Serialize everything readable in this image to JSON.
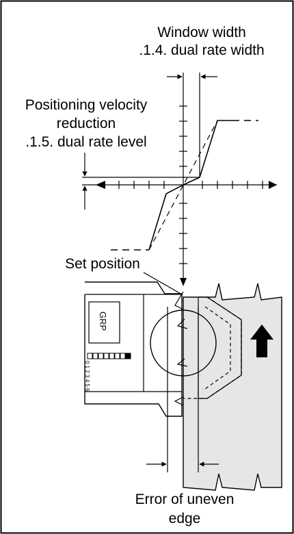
{
  "labels": {
    "window_width": "Window width",
    "window_width_param": ".1.4. dual rate width",
    "velocity_line1": "Positioning velocity",
    "velocity_line2": "reduction",
    "velocity_param": ".1.5. dual rate level",
    "set_position": "Set position",
    "error_line1": "Error of uneven",
    "error_line2": "edge"
  },
  "device": {
    "tag": "GRP",
    "led_digits": "0 1 2 3 4 5 6"
  },
  "colors": {
    "ink": "#000000",
    "material_fill": "#e6e6e6",
    "frame": "#000000"
  },
  "icons": {
    "motion_arrow": "up-arrow-icon"
  }
}
